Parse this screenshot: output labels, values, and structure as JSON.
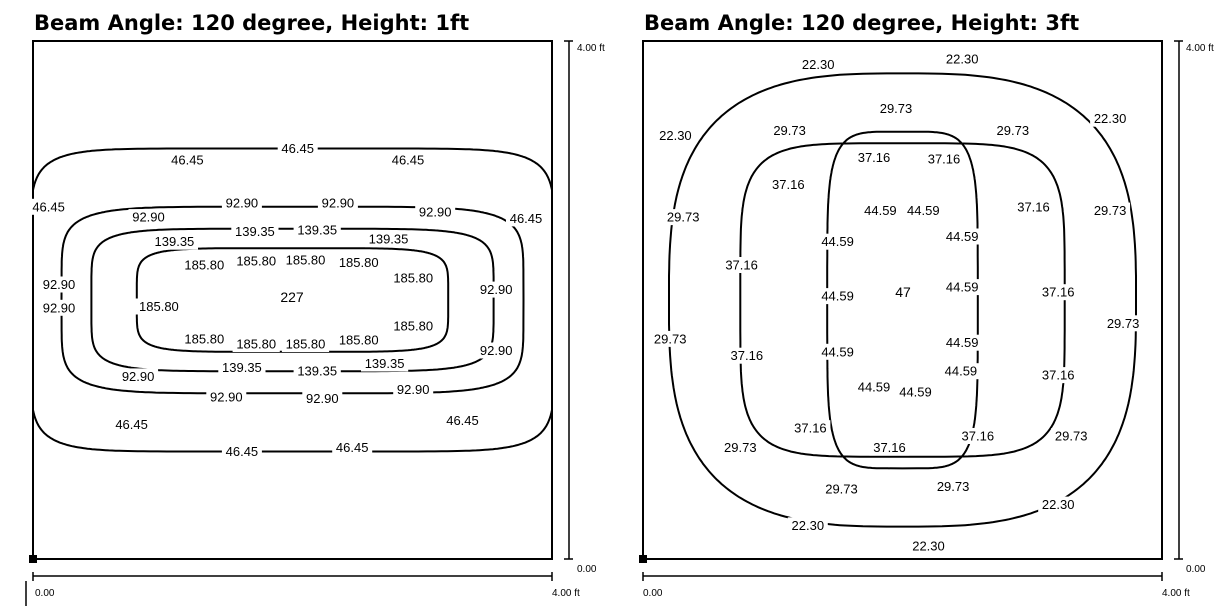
{
  "chart_data": [
    {
      "type": "contour",
      "title": "Beam Angle: 120 degree, Height: 1ft",
      "x_axis": {
        "min_label": "0.00",
        "max_label": "4.00 ft"
      },
      "y_axis": {
        "min_label": "0.00",
        "max_label": "4.00 ft"
      },
      "xlim": [
        0,
        4
      ],
      "ylim": [
        0,
        4
      ],
      "center_value": "227",
      "contours": [
        {
          "level": 46.45,
          "label": "46.45",
          "rx": 2.02,
          "ry": 1.17,
          "n": 8,
          "labels": [
            {
              "text": "46.45",
              "x": 1.19,
              "y": 3.08
            },
            {
              "text": "46.45",
              "x": 2.04,
              "y": 3.17
            },
            {
              "text": "46.45",
              "x": 2.89,
              "y": 3.08
            },
            {
              "text": "46.45",
              "x": 0.12,
              "y": 2.72
            },
            {
              "text": "46.45",
              "x": 3.8,
              "y": 2.63
            },
            {
              "text": "46.45",
              "x": 0.76,
              "y": 1.04
            },
            {
              "text": "46.45",
              "x": 1.61,
              "y": 0.83
            },
            {
              "text": "46.45",
              "x": 2.46,
              "y": 0.86
            },
            {
              "text": "46.45",
              "x": 3.31,
              "y": 1.07
            }
          ]
        },
        {
          "level": 92.9,
          "label": "92.90",
          "rx": 1.78,
          "ry": 0.72,
          "n": 6,
          "labels": [
            {
              "text": "92.90",
              "x": 0.89,
              "y": 2.64
            },
            {
              "text": "92.90",
              "x": 1.61,
              "y": 2.75
            },
            {
              "text": "92.90",
              "x": 2.35,
              "y": 2.75
            },
            {
              "text": "92.90",
              "x": 3.1,
              "y": 2.68
            },
            {
              "text": "92.90",
              "x": 0.2,
              "y": 2.12
            },
            {
              "text": "92.90",
              "x": 0.2,
              "y": 1.94
            },
            {
              "text": "92.90",
              "x": 3.57,
              "y": 2.08
            },
            {
              "text": "92.90",
              "x": 3.57,
              "y": 1.61
            },
            {
              "text": "92.90",
              "x": 0.81,
              "y": 1.41
            },
            {
              "text": "92.90",
              "x": 1.49,
              "y": 1.25
            },
            {
              "text": "92.90",
              "x": 2.23,
              "y": 1.24
            },
            {
              "text": "92.90",
              "x": 2.93,
              "y": 1.31
            }
          ]
        },
        {
          "level": 139.35,
          "label": "139.35",
          "rx": 1.55,
          "ry": 0.55,
          "n": 6,
          "labels": [
            {
              "text": "139.35",
              "x": 1.09,
              "y": 2.45
            },
            {
              "text": "139.35",
              "x": 1.71,
              "y": 2.53
            },
            {
              "text": "139.35",
              "x": 2.19,
              "y": 2.54
            },
            {
              "text": "139.35",
              "x": 2.74,
              "y": 2.47
            },
            {
              "text": "139.35",
              "x": 1.61,
              "y": 1.48
            },
            {
              "text": "139.35",
              "x": 2.19,
              "y": 1.45
            },
            {
              "text": "139.35",
              "x": 2.71,
              "y": 1.51
            }
          ]
        },
        {
          "level": 185.8,
          "label": "185.80",
          "rx": 1.2,
          "ry": 0.4,
          "n": 6,
          "labels": [
            {
              "text": "185.80",
              "x": 1.32,
              "y": 2.27
            },
            {
              "text": "185.80",
              "x": 1.72,
              "y": 2.3
            },
            {
              "text": "185.80",
              "x": 2.1,
              "y": 2.31
            },
            {
              "text": "185.80",
              "x": 2.51,
              "y": 2.29
            },
            {
              "text": "185.80",
              "x": 2.93,
              "y": 2.17
            },
            {
              "text": "185.80",
              "x": 0.97,
              "y": 1.95
            },
            {
              "text": "185.80",
              "x": 2.93,
              "y": 1.8
            },
            {
              "text": "185.80",
              "x": 1.32,
              "y": 1.7
            },
            {
              "text": "185.80",
              "x": 1.72,
              "y": 1.66
            },
            {
              "text": "185.80",
              "x": 2.1,
              "y": 1.66
            },
            {
              "text": "185.80",
              "x": 2.51,
              "y": 1.69
            }
          ]
        }
      ]
    },
    {
      "type": "contour",
      "title": "Beam Angle: 120 degree, Height: 3ft",
      "x_axis": {
        "min_label": "0.00",
        "max_label": "4.00 ft"
      },
      "y_axis": {
        "min_label": "0.00",
        "max_label": "4.00 ft"
      },
      "xlim": [
        0,
        4
      ],
      "ylim": [
        0,
        4
      ],
      "center_value": "47",
      "contours": [
        {
          "level": 22.3,
          "label": "22.30",
          "rx": 2.5,
          "ry": 2.5,
          "n": 3.2,
          "labels": [
            {
              "text": "22.30",
              "x": 1.35,
              "y": 3.82
            },
            {
              "text": "22.30",
              "x": 2.46,
              "y": 3.86
            },
            {
              "text": "22.30",
              "x": 0.25,
              "y": 3.27
            },
            {
              "text": "22.30",
              "x": 3.6,
              "y": 3.4
            },
            {
              "text": "22.30",
              "x": 3.2,
              "y": 0.42
            },
            {
              "text": "22.30",
              "x": 1.27,
              "y": 0.26
            },
            {
              "text": "22.30",
              "x": 2.2,
              "y": 0.1
            }
          ]
        },
        {
          "level": 29.73,
          "label": "29.73",
          "rx": 1.8,
          "ry": 1.75,
          "n": 3,
          "labels": [
            {
              "text": "29.73",
              "x": 1.95,
              "y": 3.48
            },
            {
              "text": "29.73",
              "x": 1.13,
              "y": 3.31
            },
            {
              "text": "29.73",
              "x": 2.85,
              "y": 3.31
            },
            {
              "text": "29.73",
              "x": 0.31,
              "y": 2.64
            },
            {
              "text": "29.73",
              "x": 3.6,
              "y": 2.69
            },
            {
              "text": "29.73",
              "x": 0.21,
              "y": 1.7
            },
            {
              "text": "29.73",
              "x": 3.7,
              "y": 1.82
            },
            {
              "text": "29.73",
              "x": 0.75,
              "y": 0.86
            },
            {
              "text": "29.73",
              "x": 3.3,
              "y": 0.95
            },
            {
              "text": "29.73",
              "x": 1.53,
              "y": 0.54
            },
            {
              "text": "29.73",
              "x": 2.39,
              "y": 0.56
            }
          ]
        },
        {
          "level": 37.16,
          "label": "37.16",
          "rx": 1.25,
          "ry": 1.21,
          "n": 5,
          "labels": [
            {
              "text": "37.16",
              "x": 1.78,
              "y": 3.1
            },
            {
              "text": "37.16",
              "x": 2.32,
              "y": 3.09
            },
            {
              "text": "37.16",
              "x": 1.12,
              "y": 2.89
            },
            {
              "text": "37.16",
              "x": 3.01,
              "y": 2.72
            },
            {
              "text": "37.16",
              "x": 0.76,
              "y": 2.27
            },
            {
              "text": "37.16",
              "x": 3.2,
              "y": 2.06
            },
            {
              "text": "37.16",
              "x": 0.8,
              "y": 1.57
            },
            {
              "text": "37.16",
              "x": 3.2,
              "y": 1.42
            },
            {
              "text": "37.16",
              "x": 1.29,
              "y": 1.01
            },
            {
              "text": "37.16",
              "x": 1.9,
              "y": 0.86
            },
            {
              "text": "37.16",
              "x": 2.58,
              "y": 0.95
            }
          ]
        },
        {
          "level": 44.59,
          "label": "44.59",
          "rx": 0.58,
          "ry": 1.3,
          "n": 5,
          "labels": [
            {
              "text": "44.59",
              "x": 1.83,
              "y": 2.69
            },
            {
              "text": "44.59",
              "x": 2.16,
              "y": 2.69
            },
            {
              "text": "44.59",
              "x": 2.46,
              "y": 2.49
            },
            {
              "text": "44.59",
              "x": 1.5,
              "y": 2.45
            },
            {
              "text": "44.59",
              "x": 1.5,
              "y": 2.03
            },
            {
              "text": "44.59",
              "x": 2.46,
              "y": 2.1
            },
            {
              "text": "44.59",
              "x": 2.46,
              "y": 1.67
            },
            {
              "text": "44.59",
              "x": 1.5,
              "y": 1.6
            },
            {
              "text": "44.59",
              "x": 2.45,
              "y": 1.45
            },
            {
              "text": "44.59",
              "x": 1.78,
              "y": 1.33
            },
            {
              "text": "44.59",
              "x": 2.1,
              "y": 1.29
            }
          ]
        }
      ]
    }
  ]
}
